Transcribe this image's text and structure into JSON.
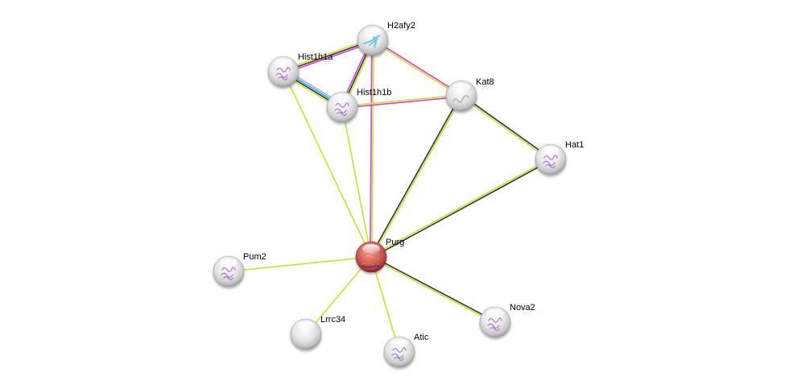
{
  "network": {
    "title": "Protein interaction network",
    "colors": {
      "textmining": "#c7e034",
      "coexpression": "#333333",
      "experiments": "#d43cd4",
      "databases": "#25b5d0",
      "homology": "#a8a8f0",
      "query_node": "#c44a4a",
      "node": "#e8e8e8"
    },
    "nodes": [
      {
        "id": "H2afy2",
        "label": "H2afy2",
        "query": false,
        "structure": "ribbon-cyan"
      },
      {
        "id": "Hist1h1a",
        "label": "Hist1h1a",
        "query": false,
        "structure": "ribbon-purple"
      },
      {
        "id": "Hist1h1b",
        "label": "Hist1h1b",
        "query": false,
        "structure": "ribbon-purple"
      },
      {
        "id": "Kat8",
        "label": "Kat8",
        "query": false,
        "structure": "ribbon-gray"
      },
      {
        "id": "Hat1",
        "label": "Hat1",
        "query": false,
        "structure": "ribbon-purple"
      },
      {
        "id": "Purg",
        "label": "Purg",
        "query": true,
        "structure": "ribbon-orange"
      },
      {
        "id": "Pum2",
        "label": "Pum2",
        "query": false,
        "structure": "ribbon-purple"
      },
      {
        "id": "Lrrc34",
        "label": "Lrrc34",
        "query": false,
        "structure": "none"
      },
      {
        "id": "Atic",
        "label": "Atic",
        "query": false,
        "structure": "ribbon-purple"
      },
      {
        "id": "Nova2",
        "label": "Nova2",
        "query": false,
        "structure": "ribbon-purple"
      }
    ],
    "edges": [
      {
        "source": "Hist1h1a",
        "target": "H2afy2",
        "evidence": [
          "textmining",
          "coexpression",
          "experiments"
        ]
      },
      {
        "source": "Hist1h1a",
        "target": "Hist1h1b",
        "evidence": [
          "homology",
          "databases",
          "coexpression",
          "textmining"
        ]
      },
      {
        "source": "Hist1h1a",
        "target": "Purg",
        "evidence": [
          "textmining"
        ]
      },
      {
        "source": "H2afy2",
        "target": "Hist1h1b",
        "evidence": [
          "textmining",
          "coexpression",
          "experiments"
        ]
      },
      {
        "source": "H2afy2",
        "target": "Kat8",
        "evidence": [
          "experiments",
          "textmining"
        ]
      },
      {
        "source": "H2afy2",
        "target": "Purg",
        "evidence": [
          "textmining",
          "experiments"
        ]
      },
      {
        "source": "Hist1h1b",
        "target": "Kat8",
        "evidence": [
          "textmining",
          "experiments"
        ]
      },
      {
        "source": "Hist1h1b",
        "target": "Purg",
        "evidence": [
          "textmining"
        ]
      },
      {
        "source": "Kat8",
        "target": "Hat1",
        "evidence": [
          "coexpression",
          "textmining"
        ]
      },
      {
        "source": "Kat8",
        "target": "Purg",
        "evidence": [
          "textmining",
          "coexpression"
        ]
      },
      {
        "source": "Hat1",
        "target": "Purg",
        "evidence": [
          "coexpression",
          "textmining"
        ]
      },
      {
        "source": "Purg",
        "target": "Pum2",
        "evidence": [
          "textmining"
        ]
      },
      {
        "source": "Purg",
        "target": "Lrrc34",
        "evidence": [
          "textmining"
        ]
      },
      {
        "source": "Purg",
        "target": "Atic",
        "evidence": [
          "textmining"
        ]
      },
      {
        "source": "Purg",
        "target": "Nova2",
        "evidence": [
          "coexpression",
          "textmining"
        ]
      }
    ]
  }
}
